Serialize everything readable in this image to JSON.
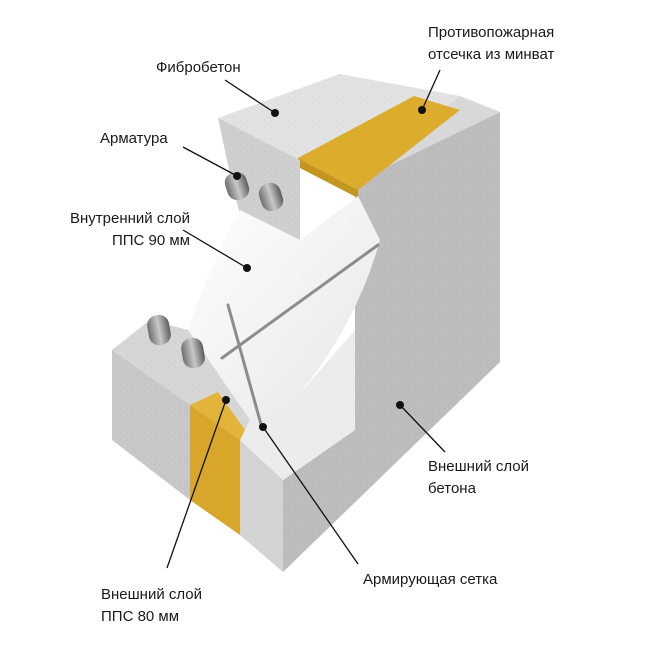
{
  "labels": {
    "fibroconcrete": "Фибробетон",
    "firebreak_line1": "Противопожарная",
    "firebreak_line2": "отсечка из минват",
    "rebar": "Арматура",
    "inner_layer_line1": "Внутренний слой",
    "inner_layer_line2": "ППС 90 мм",
    "outer_concrete_line1": "Внешний слой",
    "outer_concrete_line2": "бетона",
    "mesh": "Армирующая сетка",
    "outer_pps_line1": "Внешний слой",
    "outer_pps_line2": "ППС 80 мм"
  },
  "colors": {
    "concrete_light": "#e4e4e4",
    "concrete_mid": "#d0d0d0",
    "concrete_dark": "#b9b9b9",
    "foam": "#f4f4f4",
    "mineral_wool": "#dcac2c",
    "rebar": "#8c8c8c",
    "leader": "#111111"
  }
}
